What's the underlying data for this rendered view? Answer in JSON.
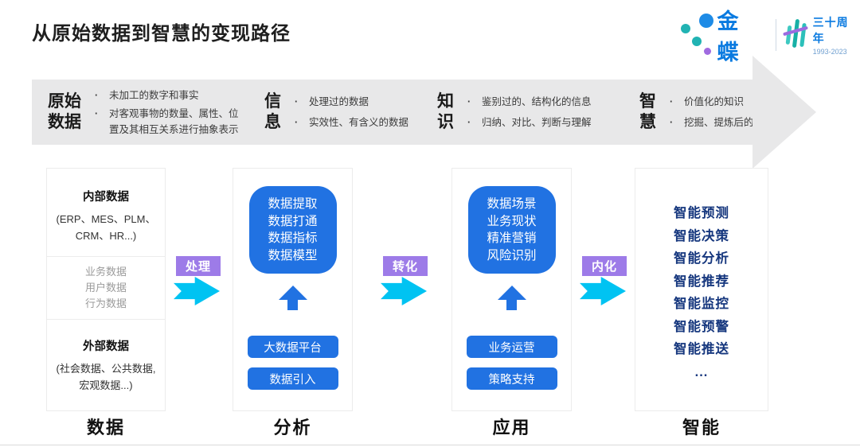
{
  "title": "从原始数据到智慧的变现路径",
  "logo": {
    "brand": "金蝶",
    "anniversary": "三十周年",
    "years": "1993-2023"
  },
  "banner": {
    "stages": [
      {
        "label_lines": [
          "原始",
          "数据"
        ],
        "points": [
          "未加工的数字和事实",
          "对客观事物的数量、属性、位置及其相互关系进行抽象表示"
        ]
      },
      {
        "label_lines": [
          "信",
          "息"
        ],
        "points": [
          "处理过的数据",
          "实效性、有含义的数据"
        ]
      },
      {
        "label_lines": [
          "知",
          "识"
        ],
        "points": [
          "鉴别过的、结构化的信息",
          "归纳、对比、判断与理解"
        ]
      },
      {
        "label_lines": [
          "智",
          "慧"
        ],
        "points": [
          "价值化的知识",
          "挖掘、提炼后的决策能力"
        ]
      }
    ]
  },
  "flow": {
    "connectors": [
      {
        "label": "处理"
      },
      {
        "label": "转化"
      },
      {
        "label": "内化"
      }
    ],
    "columns": [
      {
        "name": "数据",
        "sections": [
          {
            "title": "内部数据",
            "subtitle": "(ERP、MES、PLM、CRM、HR...)"
          },
          {
            "items": [
              "业务数据",
              "用户数据",
              "行为数据"
            ]
          },
          {
            "title": "外部数据",
            "subtitle": "(社会数据、公共数据, 宏观数据...)"
          }
        ]
      },
      {
        "name": "分析",
        "main_box_lines": [
          "数据提取",
          "数据打通",
          "数据指标",
          "数据模型"
        ],
        "buttons": [
          "大数据平台",
          "数据引入"
        ]
      },
      {
        "name": "应用",
        "main_box_lines": [
          "数据场景",
          "业务现状",
          "精准营销",
          "风险识别"
        ],
        "buttons": [
          "业务运营",
          "策略支持"
        ]
      },
      {
        "name": "智能",
        "items": [
          "智能预测",
          "智能决策",
          "智能分析",
          "智能推荐",
          "智能监控",
          "智能预警",
          "智能推送",
          "..."
        ]
      }
    ]
  },
  "colors": {
    "accent_blue": "#2172e2",
    "navy_text": "#16377e",
    "cyan_arrow": "#00c3f2",
    "purple_badge": "#9d7be8",
    "banner_gray": "#e8e8e9",
    "brand_blue": "#0a7ae0",
    "brand_teal": "#21b3b3",
    "brand_purple": "#a06be0"
  }
}
